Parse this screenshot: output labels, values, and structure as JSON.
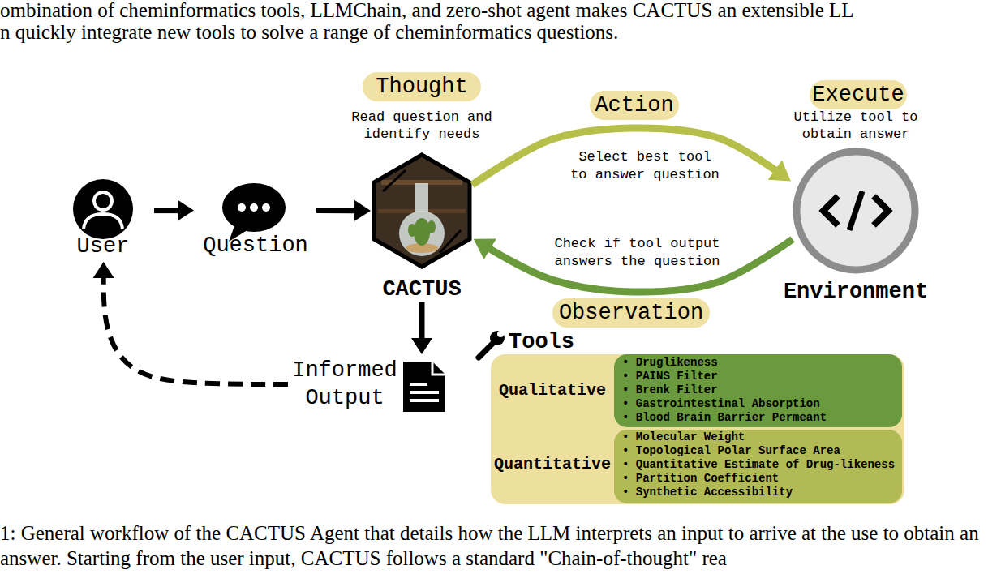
{
  "diagram": {
    "caption": "1: General workflow of the CACTUS Agent that details how the LLM interprets an input to arrive at the use to obtain an answer. Starting from the user input, CACTUS follows a standard \"Chain-of-thought\" rea",
    "nodes": [
      {
        "text": [
          "User"
        ]
      },
      {
        "text": [
          "Question"
        ]
      },
      {
        "text": [
          "Thought",
          "Read question and identify needs",
          "CACTUS"
        ]
      },
      {
        "text": [
          "Execute",
          "Utilize tool to obtain answer",
          "Environment"
        ]
      },
      {
        "text": [
          "Informed Output"
        ]
      },
      {
        "text": [
          "Tools"
        ]
      },
      {
        "text": [
          "Qualitative",
          "• Druglikeness",
          "• PAINS Filter",
          "• Brenk Filter",
          "• Gastrointestinal Absorption",
          "• Blood Brain Barrier Permeant"
        ],
        "in": 5
      },
      {
        "text": [
          "Quantitative",
          "• Molecular Weight",
          "• Topological Polar Surface Area",
          "• Quantitative Estimate of Drug-likeness",
          "• Partition Coefficient",
          "• Synthetic Accessibility"
        ],
        "in": 5
      }
    ],
    "edges": [
      {
        "from": 0,
        "to": 1,
        "arrow": "to"
      },
      {
        "from": 1,
        "to": 2,
        "arrow": "to"
      },
      {
        "from": 2,
        "to": 3,
        "label": "Select best tool to answer question",
        "arrow": "to"
      },
      {
        "from": 3,
        "to": 2,
        "label": "Check if tool output answers the question",
        "arrow": "to"
      },
      {
        "from": 2,
        "to": 4,
        "arrow": "to"
      },
      {
        "from": 4,
        "to": 0,
        "arrow": "to"
      }
    ],
    "labels": [
      "ombination of cheminformatics tools, LLMChain, and zero-shot agent makes CACTUS an extensible LL",
      "n quickly integrate new tools to solve a range of cheminformatics questions.",
      "Action",
      "Observation"
    ]
  }
}
